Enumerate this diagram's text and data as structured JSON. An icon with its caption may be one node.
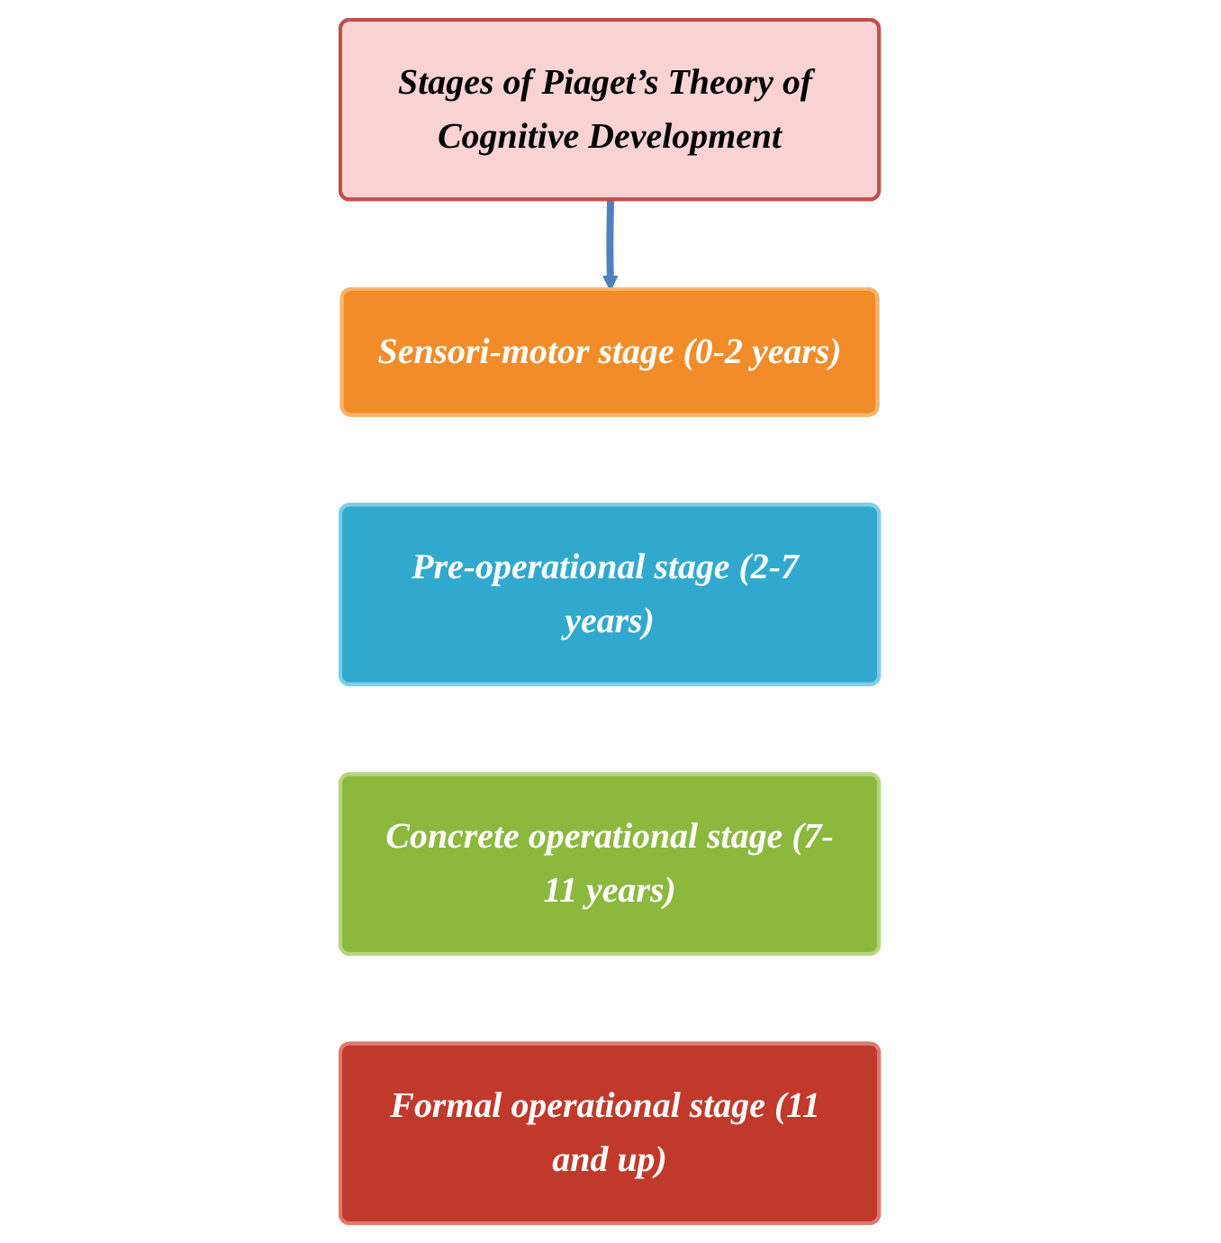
{
  "diagram": {
    "nodes": [
      {
        "text": [
          "Stages of Piaget’s Theory of Cognitive Development"
        ]
      },
      {
        "text": [
          "Sensori-motor stage (0-2 years)"
        ]
      },
      {
        "text": [
          "Pre-operational stage (2-7 years)"
        ]
      },
      {
        "text": [
          "Concrete operational stage (7-11 years)"
        ]
      },
      {
        "text": [
          "Formal operational stage (11 and up)"
        ]
      }
    ],
    "edges": [
      {
        "from": 0,
        "to": 1,
        "arrow": "to",
        "color": "#4f81bd"
      }
    ]
  }
}
